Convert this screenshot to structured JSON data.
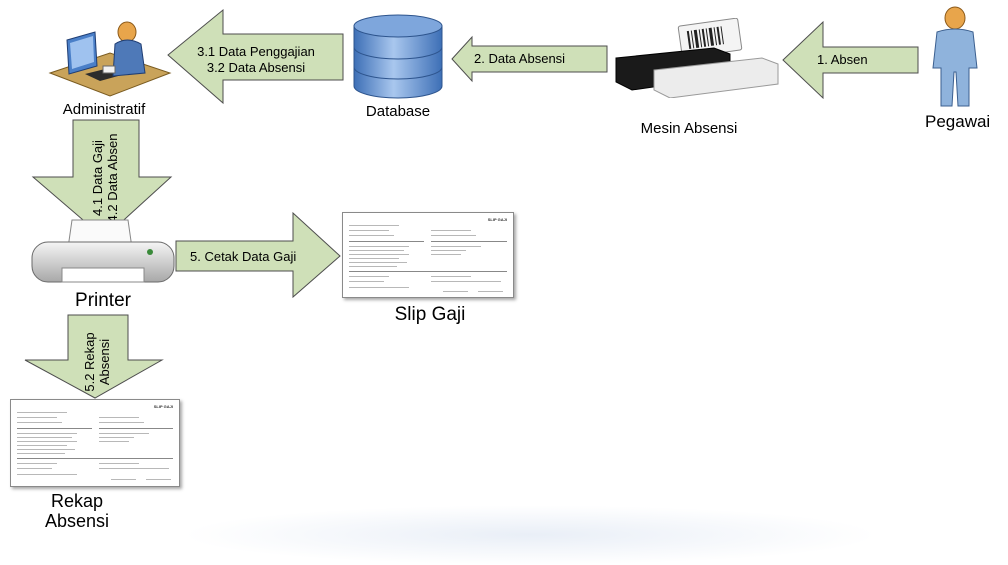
{
  "nodes": {
    "administratif": "Administratif",
    "database": "Database",
    "mesin_absensi": "Mesin Absensi",
    "pegawai": "Pegawai",
    "printer": "Printer",
    "slip_gaji": "Slip Gaji",
    "rekap_line1": "Rekap",
    "rekap_line2": "Absensi"
  },
  "arrows": {
    "a1": "1. Absen",
    "a2": "2. Data Absensi",
    "a3_line1": "3.1 Data Penggajian",
    "a3_line2": "3.2 Data Absensi",
    "a4_line1": "4.1 Data Gaji",
    "a4_line2": "4.2 Data Absen",
    "a5": "5. Cetak Data Gaji",
    "a52_line1": "5.2 Rekap",
    "a52_line2": "Absensi"
  },
  "doc_titles": {
    "slip": "SLIP GAJI",
    "rekap": "SLIP GAJI"
  },
  "colors": {
    "arrow_fill": "#cfe0b8",
    "arrow_stroke": "#4d4d4d",
    "database_blue": "#6f97d1",
    "person_blue": "#8fb3dc"
  }
}
